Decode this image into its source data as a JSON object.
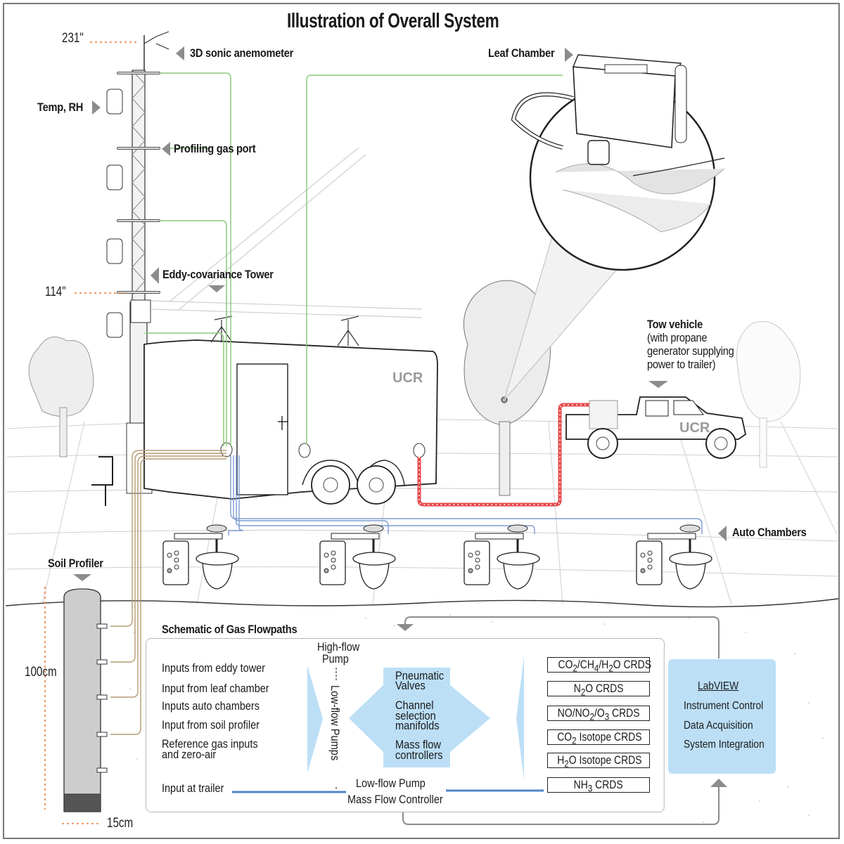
{
  "title": "Illustration of Overall System",
  "colors": {
    "tower_line": "#8cc97a",
    "soil_line": "#b79b72",
    "chamber_line": "#7d9bd2",
    "power_line": "#e6484b",
    "dimension_marker": "#f07a33",
    "schematic_fill": "#bcdff6",
    "flow_blue": "#4f86c6",
    "arrow_gray": "#8c8c8c"
  },
  "dimensions": {
    "tower_top_height": "231\"",
    "tower_mid_height": "114\"",
    "soil_depth": "100cm",
    "soil_diameter": "15cm"
  },
  "callouts": {
    "anemometer": "3D sonic anemometer",
    "temp_rh": "Temp, RH",
    "profiling_port": "Profiling gas port",
    "eddy_tower": "Eddy-covariance Tower",
    "leaf_chamber": "Leaf Chamber",
    "tow_vehicle_title": "Tow vehicle",
    "tow_vehicle_desc": [
      "(with propane",
      "generator supplying",
      "power to trailer)"
    ],
    "auto_chambers": "Auto Chambers",
    "soil_profiler": "Soil Profiler"
  },
  "vehicles": {
    "trailer_logo": "UCR",
    "truck_logo": "UCR"
  },
  "schematic": {
    "title": "Schematic of Gas Flowpaths",
    "inputs": [
      "Inputs from eddy tower",
      "Input from leaf chamber",
      "Inputs auto chambers",
      "Input from soil profiler",
      "Reference gas inputs",
      "and zero-air"
    ],
    "input_trailer": "Input at trailer",
    "high_flow_pump": [
      "High-flow",
      "Pump"
    ],
    "low_flow_pumps": "Low-flow Pumps",
    "center_block": [
      "Pneumatic",
      "Valves",
      "Channel",
      "selection",
      "manifolds",
      "Mass flow",
      "controllers"
    ],
    "bottom_labels": [
      "Low-flow Pump",
      "Mass Flow Controller"
    ],
    "analyzers": [
      {
        "html": "CO<sub>2</sub>/CH<sub>4</sub>/H<sub>2</sub>O CRDS",
        "text": "CO2/CH4/H2O CRDS"
      },
      {
        "html": "N<sub>2</sub>O CRDS",
        "text": "N2O CRDS"
      },
      {
        "html": "NO/NO<sub>2</sub>/O<sub>3</sub> CRDS",
        "text": "NO/NO2/O3 CRDS"
      },
      {
        "html": "CO<sub>2</sub> Isotope CRDS",
        "text": "CO2 Isotope CRDS"
      },
      {
        "html": "H<sub>2</sub>O Isotope CRDS",
        "text": "H2O Isotope CRDS"
      },
      {
        "html": "NH<sub>3</sub> CRDS",
        "text": "NH3 CRDS"
      }
    ],
    "labview": {
      "title": "LabVIEW",
      "lines": [
        "Instrument Control",
        "Data Acquisition",
        "System Integration"
      ]
    }
  }
}
